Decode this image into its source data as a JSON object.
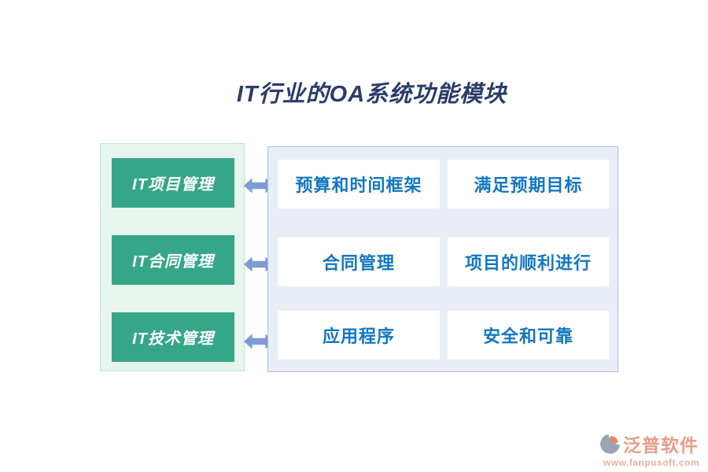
{
  "title": "IT行业的OA系统功能模块",
  "left_panel": {
    "items": [
      {
        "label": "IT项目管理"
      },
      {
        "label": "IT合同管理"
      },
      {
        "label": "IT技术管理"
      }
    ]
  },
  "right_panel": {
    "rows": [
      [
        "预算和时间框架",
        "满足预期目标"
      ],
      [
        "合同管理",
        "项目的顺利进行"
      ],
      [
        "应用程序",
        "安全和可靠"
      ]
    ]
  },
  "logo": {
    "name": "泛普软件",
    "url": "www.fanpusoft.com"
  },
  "colors": {
    "title_text": "#2B3C6B",
    "left_panel_bg": "#E7F5EE",
    "left_panel_border": "#BFE3D3",
    "module_bg": "#35A788",
    "module_text": "#FFFFFF",
    "right_panel_bg": "#E9EDF6",
    "right_panel_border": "#A9BCDE",
    "feature_bg": "#FFFFFF",
    "feature_text": "#1377C2",
    "arrow": "#7E99D5",
    "logo_text": "#E89C8B",
    "logo_url_text": "#EDAF9F"
  }
}
